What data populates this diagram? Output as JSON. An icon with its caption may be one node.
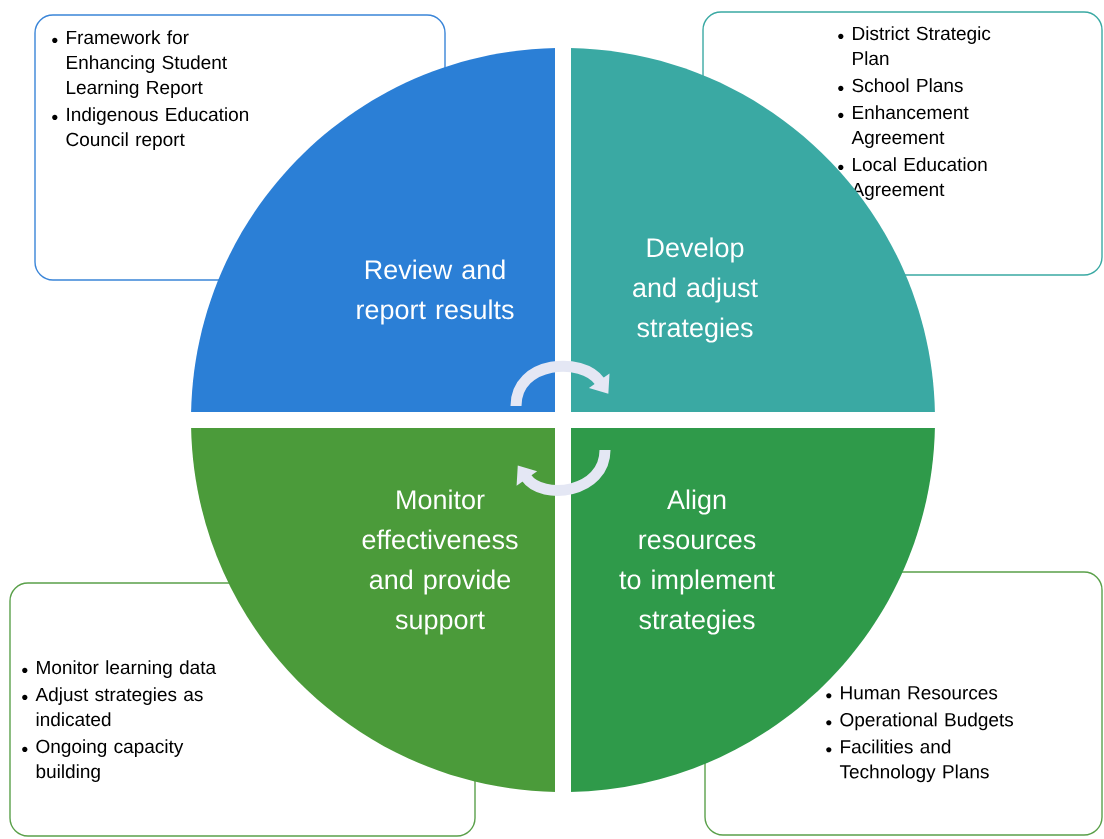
{
  "diagram": {
    "nodes": [
      {
        "text": [
          "Framework for Enhancing Student Learning Report",
          "Indigenous Education Council report"
        ]
      },
      {
        "text": [
          "District Strategic Plan",
          "School Plans",
          "Enhancement Agreement",
          "Local Education Agreement"
        ]
      },
      {
        "text": [
          "Review and report results"
        ]
      },
      {
        "text": [
          "Develop and adjust strategies"
        ]
      },
      {
        "text": [
          "Monitor effectiveness and provide support"
        ]
      },
      {
        "text": [
          "Align resources to implement strategies"
        ]
      },
      {
        "text": [
          "Monitor learning data",
          "Adjust strategies as indicated",
          "Ongoing capacity building"
        ]
      },
      {
        "text": [
          "Human Resources",
          "Operational Budgets",
          "Facilities and Technology Plans"
        ]
      }
    ],
    "edges": [
      {
        "from": 2,
        "to": 3,
        "arrow": "to"
      },
      {
        "from": 5,
        "to": 4,
        "arrow": "to"
      }
    ]
  }
}
